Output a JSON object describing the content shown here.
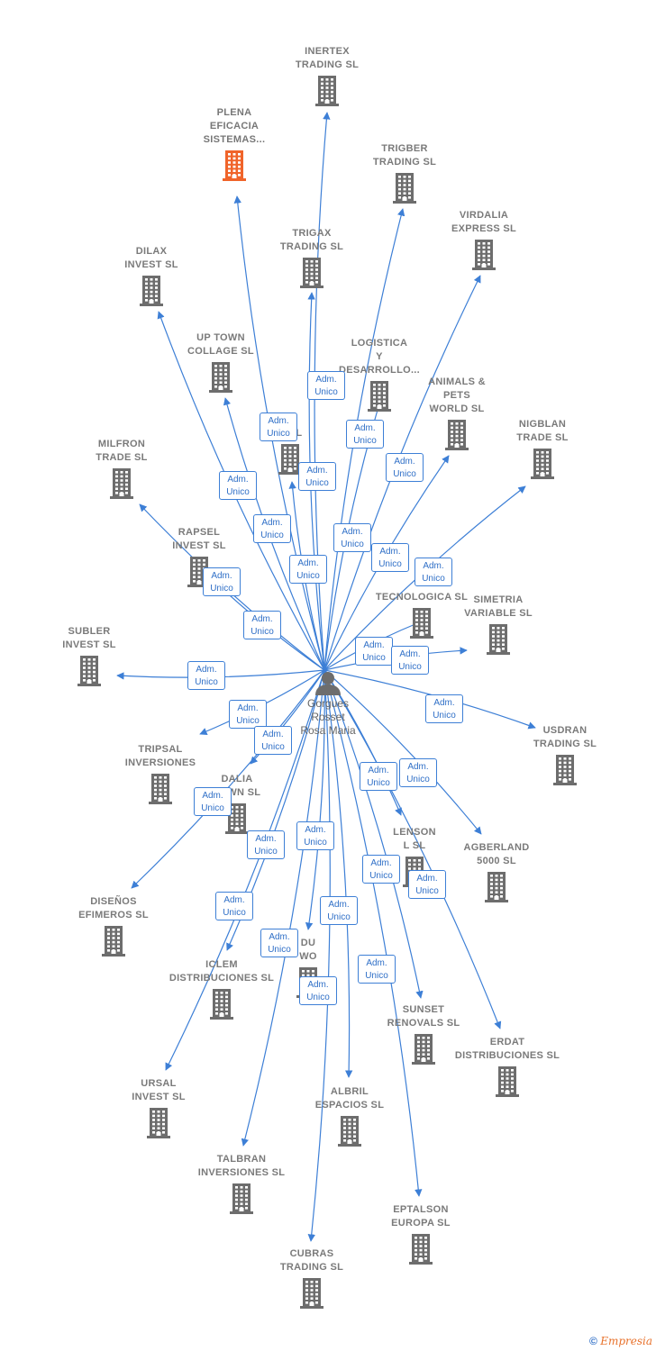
{
  "center": {
    "name_lines": [
      "Gorgues",
      "Rosset",
      "Rosa Maria"
    ],
    "icon": "person-icon"
  },
  "edge_label": [
    "Adm.",
    "Unico"
  ],
  "colors": {
    "edge": "#3d7fd6",
    "building": "#6d6d6d",
    "highlight": "#f0642a",
    "label": "#7a7a7a"
  },
  "companies": [
    {
      "id": "inertex",
      "lines": [
        "INERTEX",
        "TRADING SL"
      ]
    },
    {
      "id": "plena",
      "lines": [
        "PLENA",
        "EFICACIA",
        "SISTEMAS..."
      ],
      "highlight": true
    },
    {
      "id": "trigber",
      "lines": [
        "TRIGBER",
        "TRADING SL"
      ]
    },
    {
      "id": "virdalia",
      "lines": [
        "VIRDALIA",
        "EXPRESS SL"
      ]
    },
    {
      "id": "trigax",
      "lines": [
        "TRIGAX",
        "TRADING SL"
      ]
    },
    {
      "id": "dilax",
      "lines": [
        "DILAX",
        "INVEST SL"
      ]
    },
    {
      "id": "uptown",
      "lines": [
        "UP TOWN",
        "COLLAGE SL"
      ]
    },
    {
      "id": "logistica",
      "lines": [
        "LOGISTICA",
        "Y",
        "DESARROLLO..."
      ]
    },
    {
      "id": "animals",
      "lines": [
        "ANIMALS &",
        "PETS",
        "WORLD SL"
      ]
    },
    {
      "id": "nigblan",
      "lines": [
        "NIGBLAN",
        "TRADE SL"
      ]
    },
    {
      "id": "hidden1",
      "lines": [
        "N",
        "G SL"
      ]
    },
    {
      "id": "milfron",
      "lines": [
        "MILFRON",
        "TRADE SL"
      ]
    },
    {
      "id": "rapsel",
      "lines": [
        "RAPSEL",
        "INVEST SL"
      ]
    },
    {
      "id": "tecnologica",
      "lines": [
        "N",
        "TECNOLOGICA SL"
      ]
    },
    {
      "id": "simetria",
      "lines": [
        "SIMETRIA",
        "VARIABLE SL"
      ]
    },
    {
      "id": "subler",
      "lines": [
        "SUBLER",
        "INVEST SL"
      ]
    },
    {
      "id": "usdran",
      "lines": [
        "USDRAN",
        "TRADING SL"
      ]
    },
    {
      "id": "tripsal",
      "lines": [
        "TRIPSAL",
        "INVERSIONES"
      ]
    },
    {
      "id": "vidalia",
      "lines": [
        "DALIA",
        "TOWN SL"
      ]
    },
    {
      "id": "agberland",
      "lines": [
        "AGBERLAND",
        "5000 SL"
      ]
    },
    {
      "id": "lenson",
      "lines": [
        "LENSON",
        "L SL"
      ]
    },
    {
      "id": "disenos",
      "lines": [
        "DISEÑOS",
        "EFIMEROS SL"
      ]
    },
    {
      "id": "iclem",
      "lines": [
        "ICLEM",
        "DISTRIBUCIONES SL"
      ]
    },
    {
      "id": "duwo",
      "lines": [
        "DU",
        "WO"
      ]
    },
    {
      "id": "sunset",
      "lines": [
        "SUNSET",
        "RENOVALS SL"
      ]
    },
    {
      "id": "erdat",
      "lines": [
        "ERDAT",
        "DISTRIBUCIONES SL"
      ]
    },
    {
      "id": "ursal",
      "lines": [
        "URSAL",
        "INVEST SL"
      ]
    },
    {
      "id": "albril",
      "lines": [
        "ALBRIL",
        "ESPACIOS SL"
      ]
    },
    {
      "id": "talbran",
      "lines": [
        "TALBRAN",
        "INVERSIONES SL"
      ]
    },
    {
      "id": "eptalson",
      "lines": [
        "EPTALSON",
        "EUROPA SL"
      ]
    },
    {
      "id": "cubras",
      "lines": [
        "CUBRAS",
        "TRADING SL"
      ]
    }
  ],
  "footer": {
    "copyright": "©",
    "brand": "Empresia"
  }
}
